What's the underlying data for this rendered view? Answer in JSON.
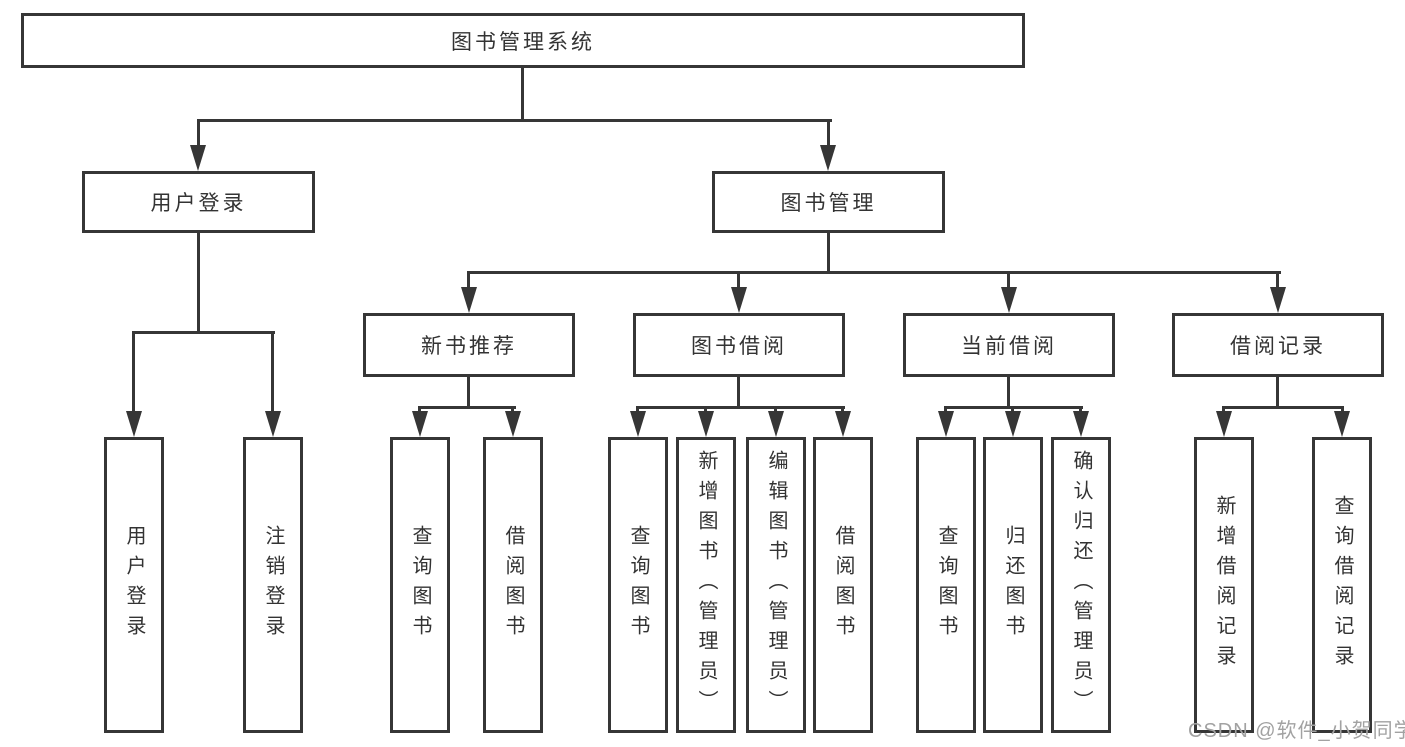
{
  "tree": {
    "label": "图书管理系统",
    "children": [
      {
        "label": "用户登录",
        "children": [
          {
            "label": "用户登录"
          },
          {
            "label": "注销登录"
          }
        ]
      },
      {
        "label": "图书管理",
        "children": [
          {
            "label": "新书推荐",
            "children": [
              {
                "label": "查询图书"
              },
              {
                "label": "借阅图书"
              }
            ]
          },
          {
            "label": "图书借阅",
            "children": [
              {
                "label": "查询图书"
              },
              {
                "label": "新增图书（管理员）"
              },
              {
                "label": "编辑图书（管理员）"
              },
              {
                "label": "借阅图书"
              }
            ]
          },
          {
            "label": "当前借阅",
            "children": [
              {
                "label": "查询图书"
              },
              {
                "label": "归还图书"
              },
              {
                "label": "确认归还（管理员）"
              }
            ]
          },
          {
            "label": "借阅记录",
            "children": [
              {
                "label": "新增借阅记录"
              },
              {
                "label": "查询借阅记录"
              }
            ]
          }
        ]
      }
    ]
  },
  "watermark": {
    "text": "CSDN @软件_小贺同学"
  },
  "style": {
    "line_color": "#363636",
    "text_color": "#333333",
    "watermark_color": "#a2a2a2",
    "background": "#ffffff"
  }
}
